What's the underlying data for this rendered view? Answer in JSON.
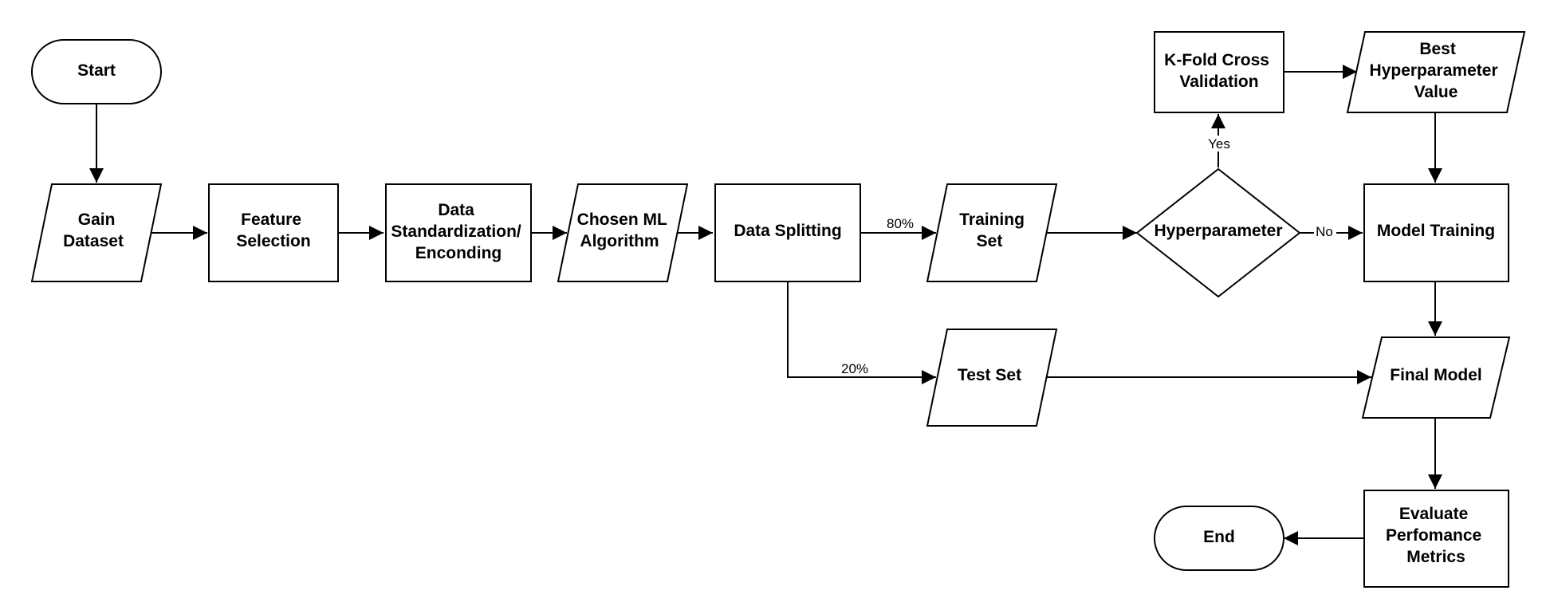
{
  "diagram": {
    "nodes": {
      "start": "Start",
      "gain_dataset": [
        "Gain",
        "Dataset"
      ],
      "feature_selection": [
        "Feature",
        "Selection"
      ],
      "data_standardization": [
        "Data",
        "Standardization/",
        "Enconding"
      ],
      "chosen_ml": [
        "Chosen ML",
        "Algorithm"
      ],
      "data_splitting": "Data Splitting",
      "training_set": [
        "Training",
        "Set"
      ],
      "hyperparameter": "Hyperparameter",
      "kfold": [
        "K-Fold Cross",
        "Validation"
      ],
      "best_hyper": [
        "Best",
        "Hyperparameter",
        "Value"
      ],
      "model_training": "Model Training",
      "test_set": "Test Set",
      "final_model": "Final Model",
      "evaluate": [
        "Evaluate",
        "Perfomance",
        "Metrics"
      ],
      "end": "End"
    },
    "edge_labels": {
      "pct_80": "80%",
      "pct_20": "20%",
      "yes": "Yes",
      "no": "No"
    }
  }
}
